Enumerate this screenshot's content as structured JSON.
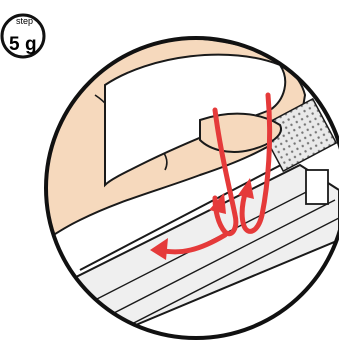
{
  "step_badge": {
    "word": "step",
    "number": "5",
    "letter": "g"
  },
  "illustration": {
    "subject": "hand-lifting-tab",
    "colors": {
      "skin": "#f6d9bd",
      "outline": "#1a1a1a",
      "arrow": "#e53a3a",
      "tab": "#ffffff",
      "metal": "#e6e6e6"
    }
  }
}
